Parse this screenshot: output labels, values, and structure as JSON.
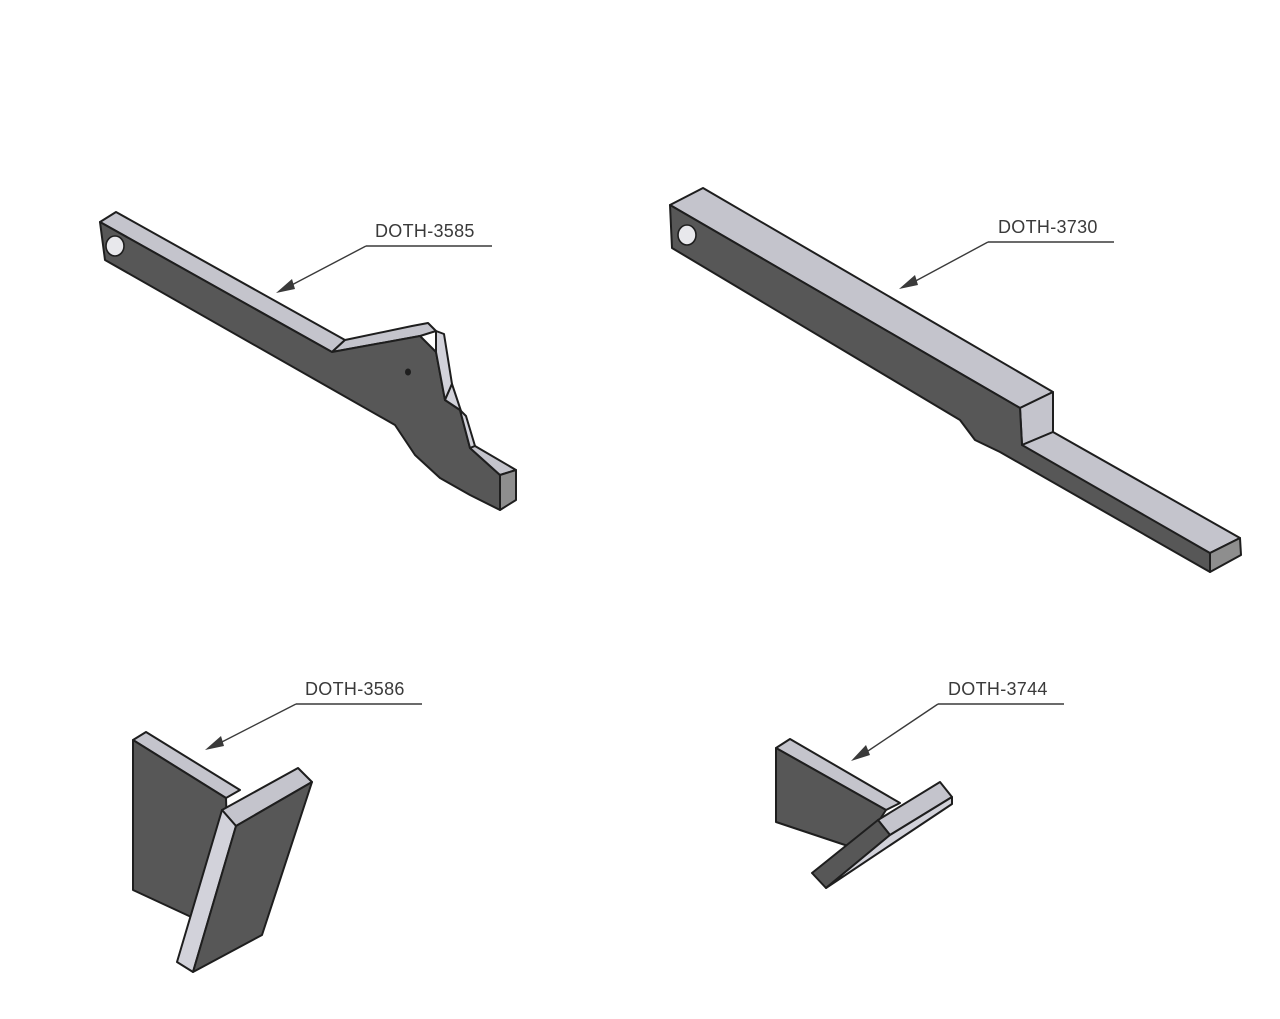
{
  "parts": [
    {
      "id": "part-1",
      "label": "DOTH-3585"
    },
    {
      "id": "part-2",
      "label": "DOTH-3730"
    },
    {
      "id": "part-3",
      "label": "DOTH-3586"
    },
    {
      "id": "part-4",
      "label": "DOTH-3744"
    }
  ],
  "colors": {
    "side_face": "#575757",
    "top_face": "#c4c4cc",
    "edge": "#1e1e1e",
    "annotation": "#3a3a3a"
  }
}
